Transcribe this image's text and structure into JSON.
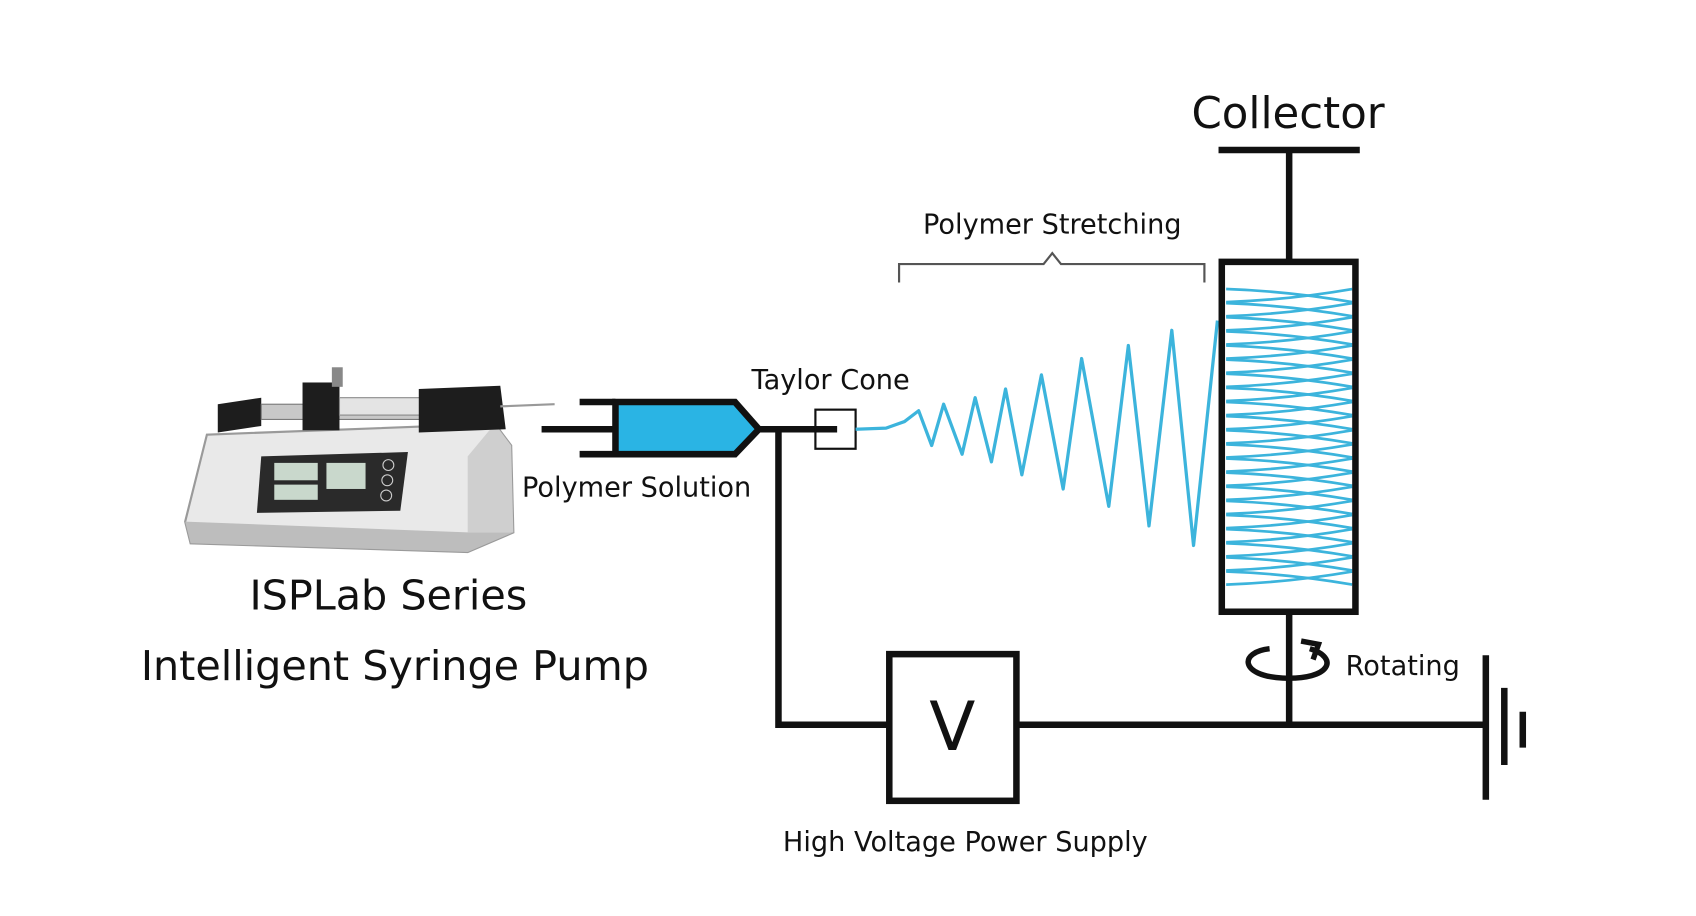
{
  "labels": {
    "collector": "Collector",
    "polymer_stretching": "Polymer Stretching",
    "taylor_cone": "Taylor Cone",
    "polymer_solution": "Polymer Solution",
    "rotating": "Rotating",
    "voltage_symbol": "V",
    "power_supply": "High Voltage Power Supply",
    "pump_series": "ISPLab Series",
    "pump_name": "Intelligent Syringe Pump"
  },
  "colors": {
    "fiber": "#3cb4dc",
    "solution": "#2ab4e4",
    "wire": "#111111",
    "bracket": "#555555"
  }
}
